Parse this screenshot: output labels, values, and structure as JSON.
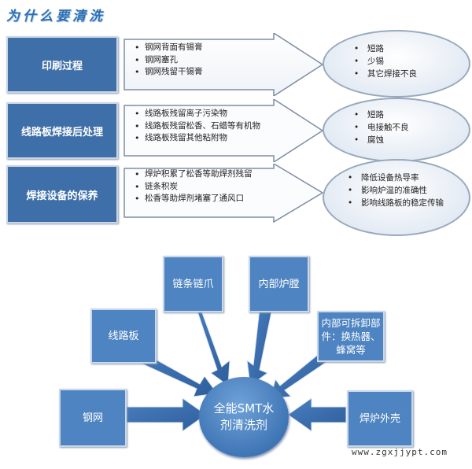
{
  "title": "为什么要清洗",
  "rows": [
    {
      "label": "印刷过程",
      "causes": [
        "钢网背面有锡膏",
        "钢网塞孔",
        "钢网残留干锡膏"
      ],
      "effects": [
        "短路",
        "少锡",
        "其它焊接不良"
      ]
    },
    {
      "label": "线路板焊接后处理",
      "causes": [
        "线路板残留离子污染物",
        "线路板残留松香、石蜡等有机物",
        "线路板残留其他粘附物"
      ],
      "effects": [
        "短路",
        "电接触不良",
        "腐蚀"
      ]
    },
    {
      "label": "焊接设备的保养",
      "causes": [
        "焊炉积累了松香等助焊剂残留",
        "链条积炭",
        "松香等助焊剂堵塞了通风口"
      ],
      "effects": [
        "降低设备热导率",
        "影响炉温的准确性",
        "影响线路板的稳定传输"
      ]
    }
  ],
  "hub": {
    "line1": "全能SMT水",
    "line2": "剂清洗剂"
  },
  "nodes": {
    "chain": "链条链爪",
    "chamber": "内部炉膛",
    "board": "线路板",
    "parts": "内部可拆卸部件：换热器、蜂窝等",
    "stencil": "钢网",
    "shell": "焊炉外壳"
  },
  "watermark": "www.zgxjjypt.com",
  "colors": {
    "box": "#3f6fa8",
    "node": "#4f84c2",
    "title": "#2d6fb2"
  }
}
